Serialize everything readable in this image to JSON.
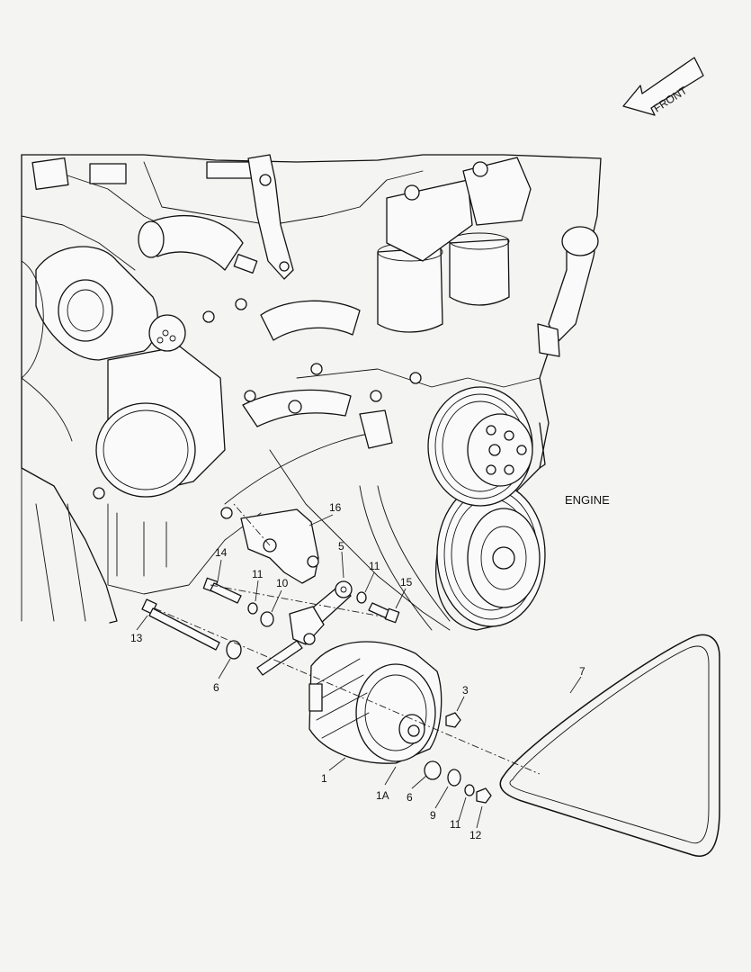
{
  "front_arrow": {
    "label": "FRONT"
  },
  "engine_label": "ENGINE",
  "callouts": [
    {
      "id": "c16",
      "text": "16"
    },
    {
      "id": "c5",
      "text": "5"
    },
    {
      "id": "c14",
      "text": "14"
    },
    {
      "id": "c11a",
      "text": "11"
    },
    {
      "id": "c10",
      "text": "10"
    },
    {
      "id": "c11b",
      "text": "11"
    },
    {
      "id": "c15",
      "text": "15"
    },
    {
      "id": "c13",
      "text": "13"
    },
    {
      "id": "c6a",
      "text": "6"
    },
    {
      "id": "c7",
      "text": "7"
    },
    {
      "id": "c3",
      "text": "3"
    },
    {
      "id": "c1",
      "text": "1"
    },
    {
      "id": "c1A",
      "text": "1A"
    },
    {
      "id": "c6b",
      "text": "6"
    },
    {
      "id": "c9",
      "text": "9"
    },
    {
      "id": "c11c",
      "text": "11"
    },
    {
      "id": "c12",
      "text": "12"
    }
  ]
}
